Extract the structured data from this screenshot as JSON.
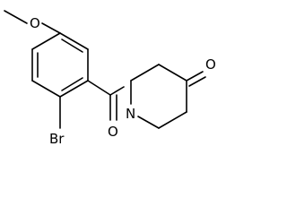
{
  "structure": {
    "atoms": {
      "methoxy_methyl": "",
      "methoxy_oxygen": "O",
      "bromine": "Br",
      "carbonyl_oxygen": "O",
      "nitrogen": "N",
      "ketone_oxygen": "O"
    },
    "colors": {
      "bond": "#000000",
      "label": "#000000",
      "background": "#ffffff"
    }
  }
}
